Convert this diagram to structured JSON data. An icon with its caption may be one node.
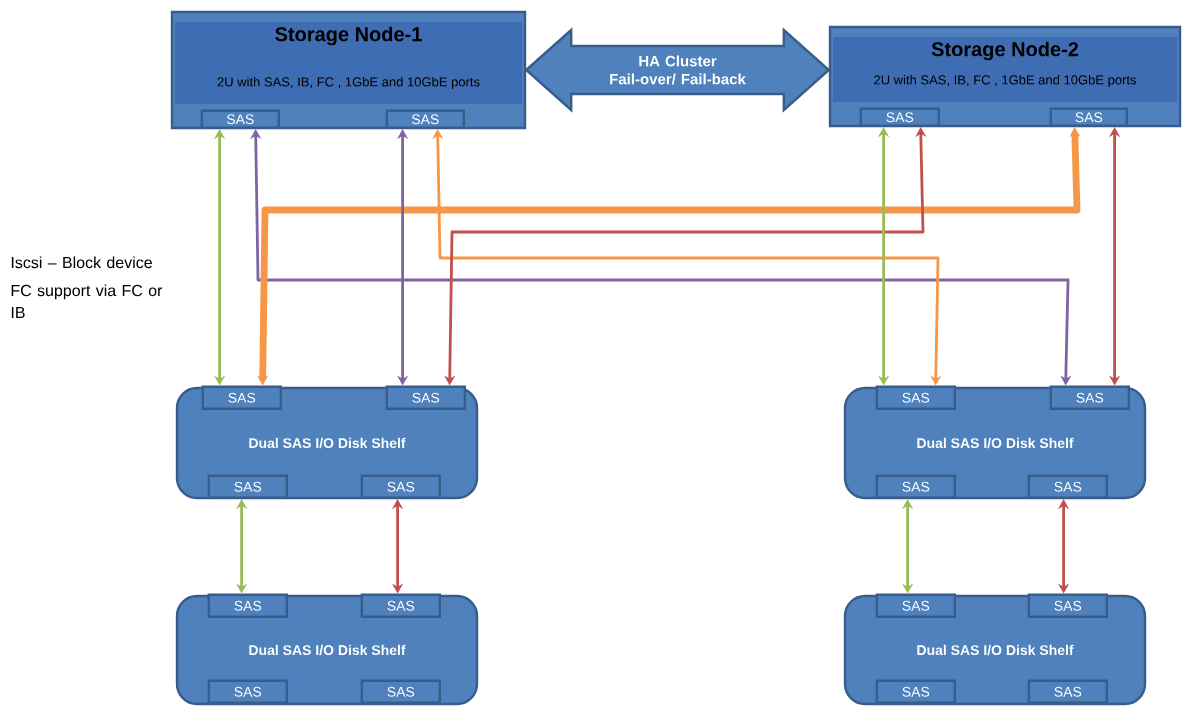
{
  "diagram": {
    "nodes": [
      {
        "text": [
          "Storage Node-1",
          "2U with SAS, IB, FC , 1GbE and 10GbE ports"
        ]
      },
      {
        "text": [
          "SAS"
        ],
        "in": 0
      },
      {
        "text": [
          "SAS"
        ],
        "in": 0
      },
      {
        "text": [
          "Storage Node-2",
          "2U with SAS, IB, FC , 1GbE and 10GbE ports"
        ]
      },
      {
        "text": [
          "SAS"
        ],
        "in": 3
      },
      {
        "text": [
          "SAS"
        ],
        "in": 3
      },
      {
        "text": [
          "Dual SAS I/O Disk Shelf"
        ]
      },
      {
        "text": [
          "SAS"
        ],
        "in": 6
      },
      {
        "text": [
          "SAS"
        ],
        "in": 6
      },
      {
        "text": [
          "SAS"
        ],
        "in": 6
      },
      {
        "text": [
          "SAS"
        ],
        "in": 6
      },
      {
        "text": [
          "Dual SAS I/O Disk Shelf"
        ]
      },
      {
        "text": [
          "SAS"
        ],
        "in": 11
      },
      {
        "text": [
          "SAS"
        ],
        "in": 11
      },
      {
        "text": [
          "SAS"
        ],
        "in": 11
      },
      {
        "text": [
          "SAS"
        ],
        "in": 11
      },
      {
        "text": [
          "Dual SAS I/O Disk Shelf"
        ]
      },
      {
        "text": [
          "SAS"
        ],
        "in": 16
      },
      {
        "text": [
          "SAS"
        ],
        "in": 16
      },
      {
        "text": [
          "SAS"
        ],
        "in": 16
      },
      {
        "text": [
          "SAS"
        ],
        "in": 16
      },
      {
        "text": [
          "Dual SAS I/O Disk Shelf"
        ]
      },
      {
        "text": [
          "SAS"
        ],
        "in": 21
      },
      {
        "text": [
          "SAS"
        ],
        "in": 21
      },
      {
        "text": [
          "SAS"
        ],
        "in": 21
      },
      {
        "text": [
          "SAS"
        ],
        "in": 21
      }
    ],
    "edges": [
      {
        "from": 0,
        "to": 3,
        "arrow": "both",
        "label": "HA Cluster Fail-over/ Fail-back",
        "style": "thick",
        "color": "#4f81bd"
      },
      {
        "from": 1,
        "to": 7,
        "arrow": "both",
        "color": "#9bbb59"
      },
      {
        "from": 1,
        "to": 13,
        "arrow": "both",
        "color": "#8064a2"
      },
      {
        "from": 5,
        "to": 7,
        "arrow": "both",
        "style": "thick",
        "color": "#f79646"
      },
      {
        "from": 2,
        "to": 8,
        "arrow": "both",
        "color": "#8064a2"
      },
      {
        "from": 2,
        "to": 12,
        "arrow": "both",
        "color": "#f79646"
      },
      {
        "from": 4,
        "to": 8,
        "arrow": "both",
        "color": "#c0504d"
      },
      {
        "from": 4,
        "to": 12,
        "arrow": "both",
        "color": "#9bbb59"
      },
      {
        "from": 5,
        "to": 13,
        "arrow": "both",
        "color": "#c0504d"
      },
      {
        "from": 9,
        "to": 17,
        "arrow": "both",
        "color": "#9bbb59"
      },
      {
        "from": 10,
        "to": 18,
        "arrow": "both",
        "color": "#c0504d"
      },
      {
        "from": 14,
        "to": 22,
        "arrow": "both",
        "color": "#9bbb59"
      },
      {
        "from": 15,
        "to": 23,
        "arrow": "both",
        "color": "#c0504d"
      }
    ],
    "labels": [
      "Iscsi – Block device",
      "FC support via FC or IB"
    ]
  }
}
